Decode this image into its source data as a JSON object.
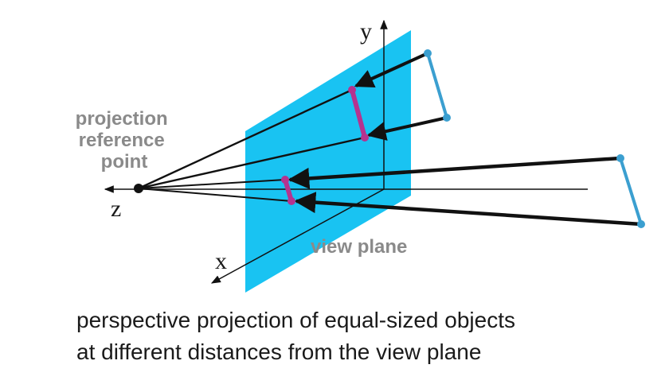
{
  "figure": {
    "labels": {
      "axis_y": "y",
      "axis_z": "z",
      "axis_x": "x",
      "reference_point": [
        "projection",
        "reference",
        "point"
      ],
      "view_plane": "view plane"
    },
    "caption": [
      "perspective projection of equal-sized objects",
      "at different distances from the view plane"
    ],
    "colors": {
      "plane": "#19c3f2",
      "object": "#3b9fd0",
      "projection": "#b5338f",
      "line": "#111111",
      "label_gray": "#8a8a8a"
    }
  }
}
